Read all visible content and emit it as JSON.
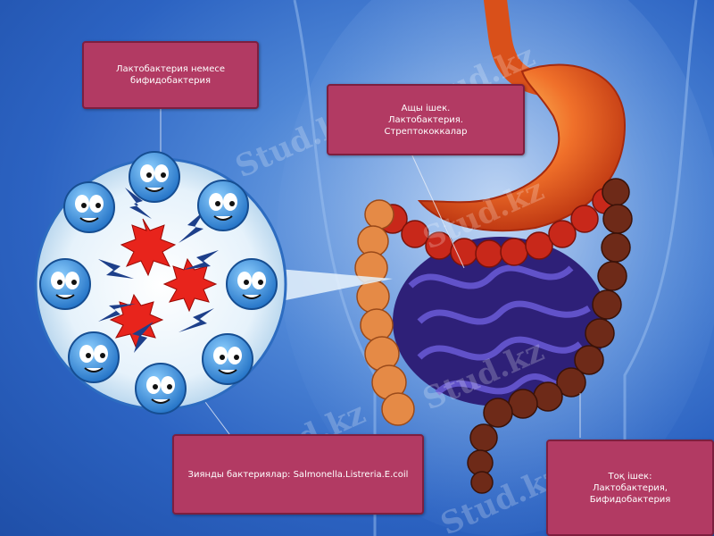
{
  "labels": {
    "probiotics": [
      "Лактобактерия немесе",
      "бифидобактерия"
    ],
    "small_intestine": [
      "Ащы  ішек.",
      "Лактобактерия.",
      "Стрептококкалар"
    ],
    "harmful": "Зиянды бактериялар: Salmonella.Listreria.E.coil",
    "large_intestine": [
      "Тоқ ішек:",
      "Лактобактерия,",
      "Бифидобактерия"
    ]
  },
  "watermark": "Stud.kz",
  "colors": {
    "background": "#2c63c2",
    "label_fill": "#b23a63",
    "label_border": "#7d1f3f",
    "stomach": "#e8541e",
    "small_intestine": "#3a2a8c",
    "colon": "#6b2a1a",
    "bacteria": "#3a98e0",
    "harmful_bacteria": "#e8241c"
  }
}
